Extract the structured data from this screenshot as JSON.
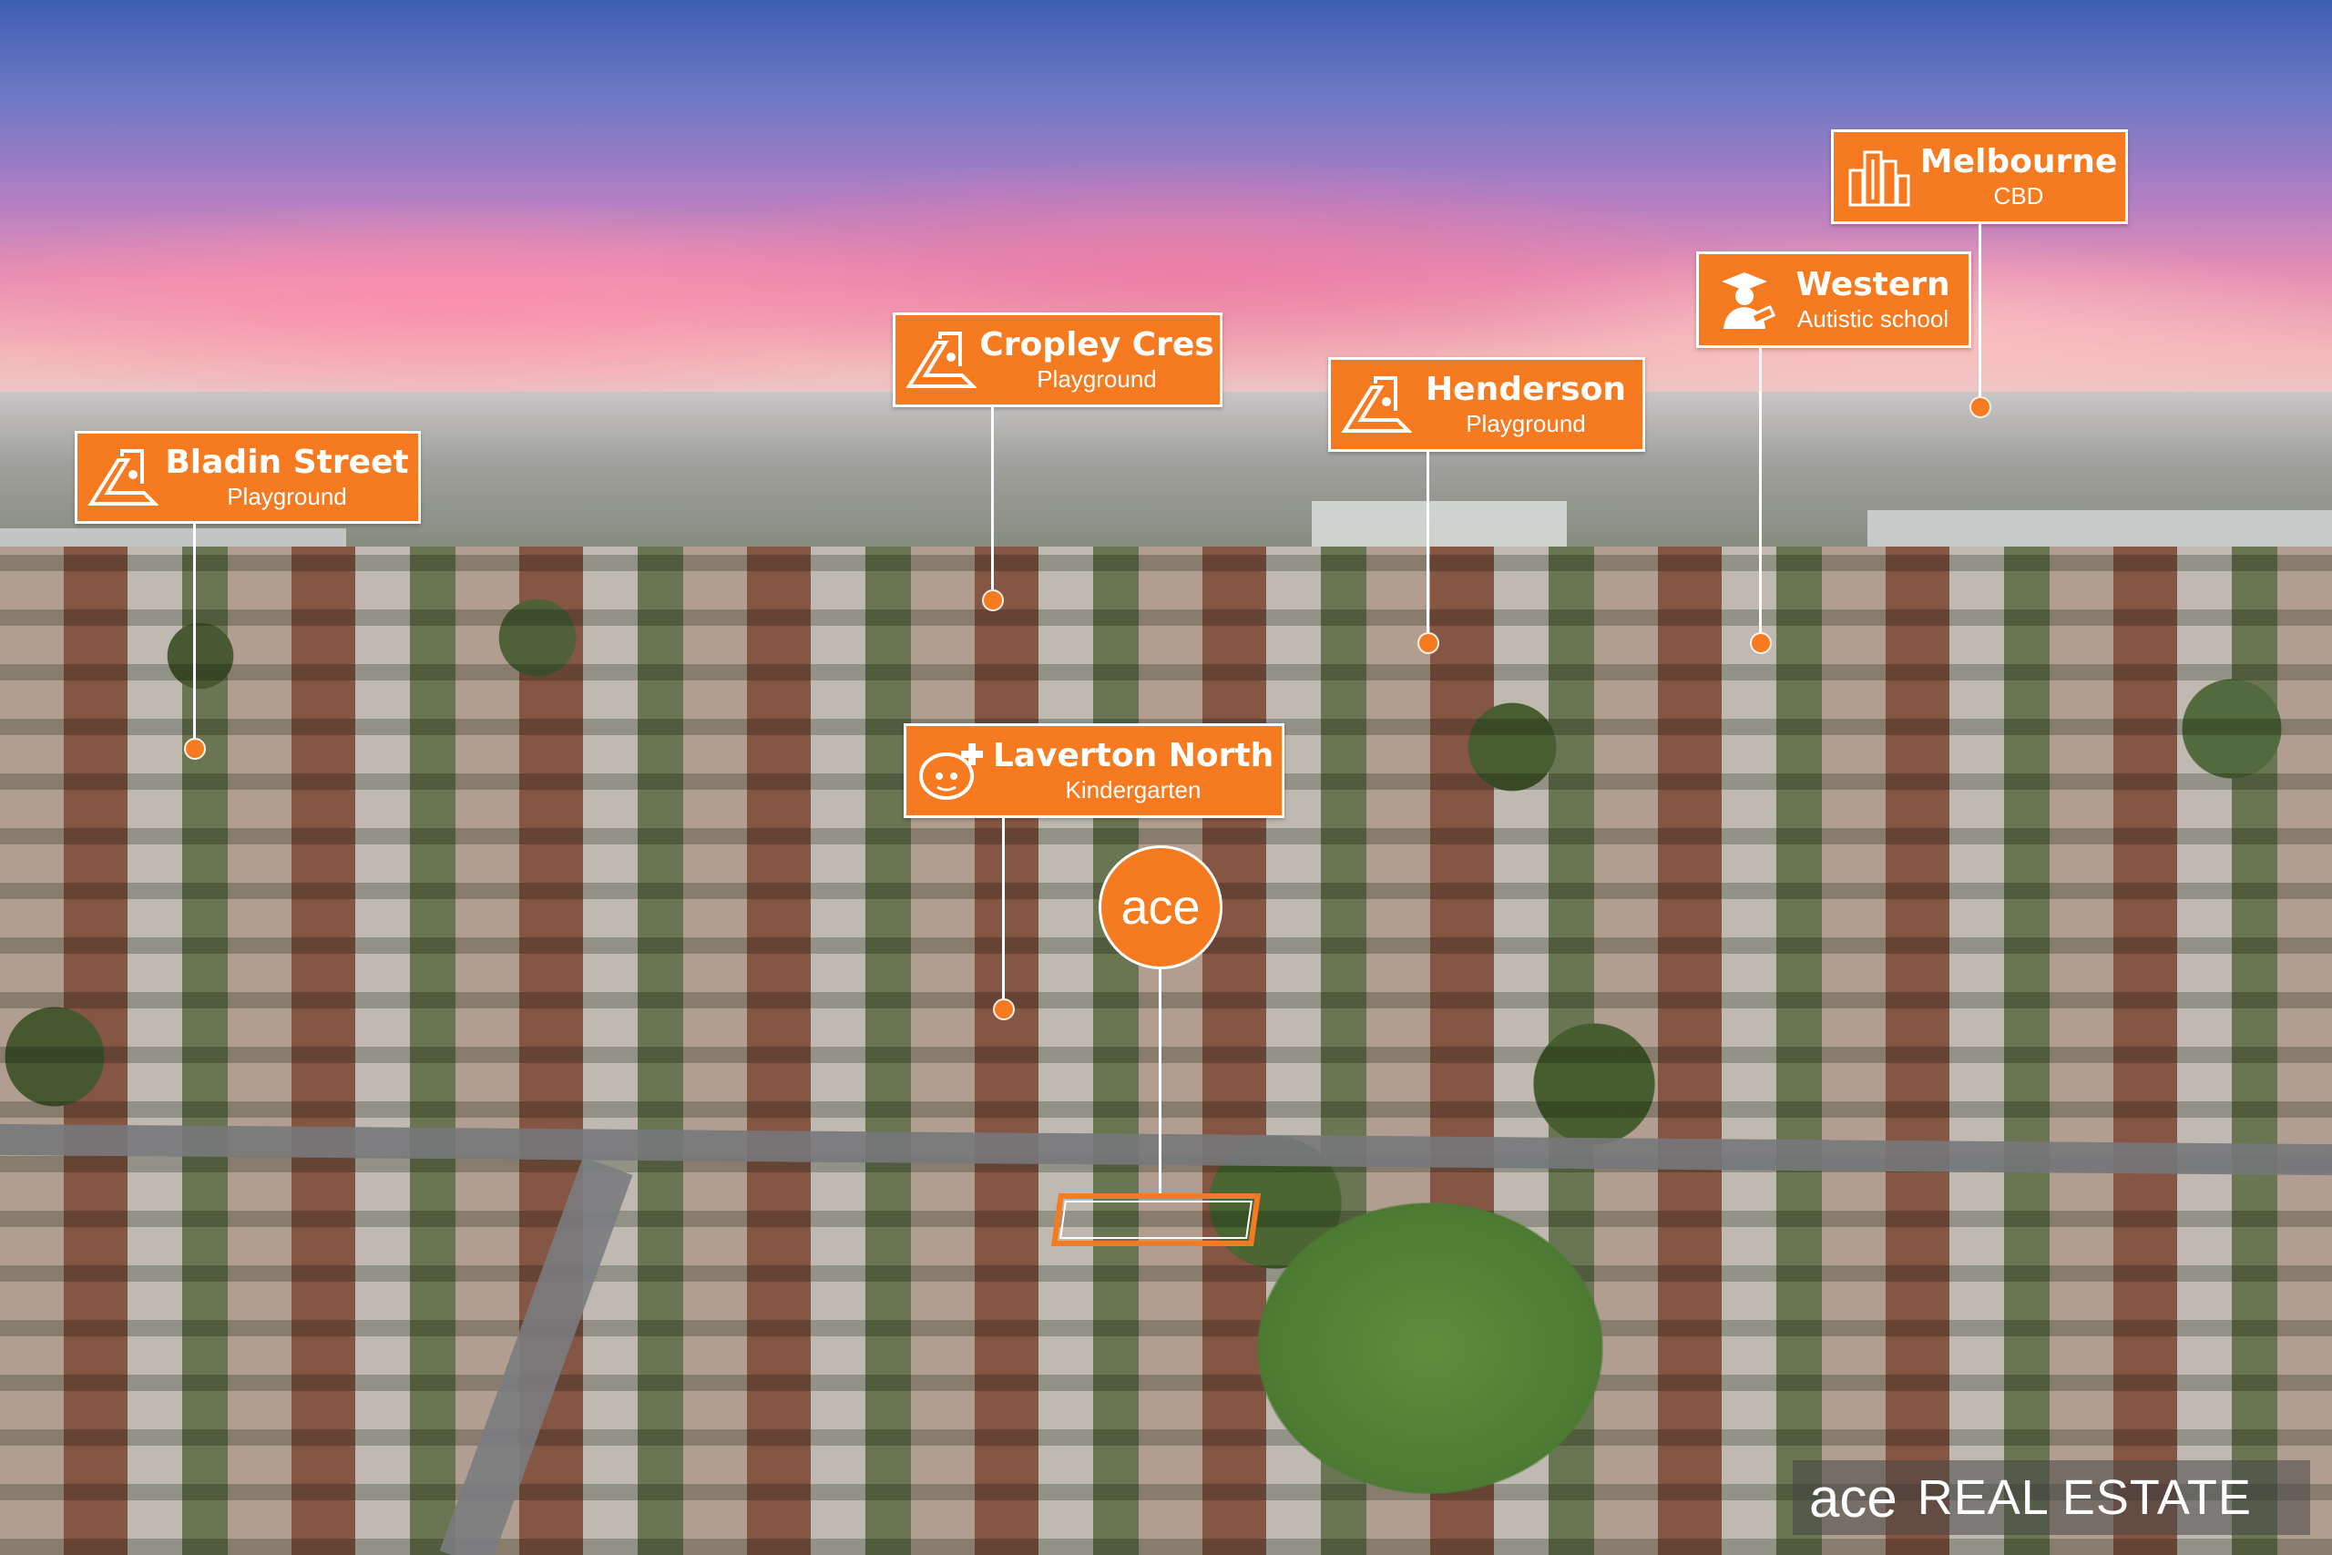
{
  "labels": {
    "bladin": {
      "title": "Bladin Street",
      "subtitle": "Playground",
      "icon": "playground-slide-icon"
    },
    "cropley": {
      "title": "Cropley Cres",
      "subtitle": "Playground",
      "icon": "playground-slide-icon"
    },
    "henderson": {
      "title": "Henderson",
      "subtitle": "Playground",
      "icon": "playground-slide-icon"
    },
    "western": {
      "title": "Western",
      "subtitle": "Autistic school",
      "icon": "graduate-icon"
    },
    "melbourne": {
      "title": "Melbourne",
      "subtitle": "CBD",
      "icon": "city-buildings-icon"
    },
    "laverton": {
      "title": "Laverton North",
      "subtitle": "Kindergarten",
      "icon": "kindergarten-icon"
    }
  },
  "pin": {
    "text": "ace"
  },
  "watermark": {
    "brand": "ace",
    "text": "REAL ESTATE"
  },
  "colors": {
    "accent": "#f57a20",
    "outline": "#ffffff"
  }
}
